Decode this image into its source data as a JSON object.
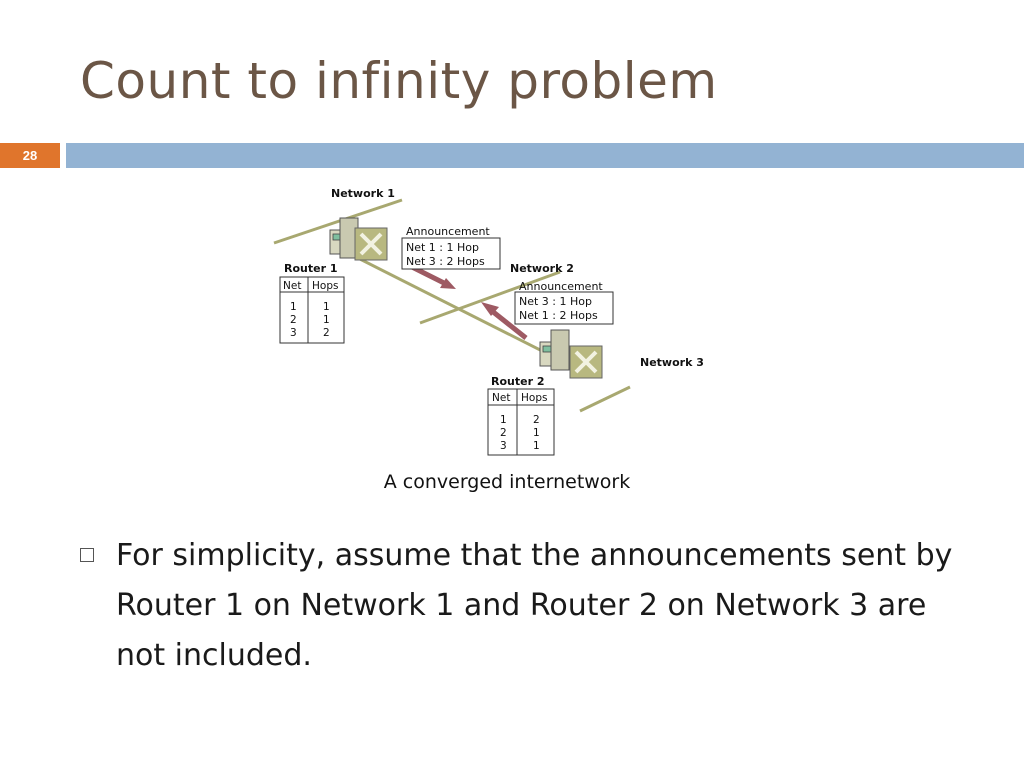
{
  "slide": {
    "title": "Count to infinity problem",
    "number": "28"
  },
  "diagram": {
    "caption": "A converged internetwork",
    "networks": [
      "Network 1",
      "Network 2",
      "Network 3"
    ],
    "announcement_1": {
      "heading": "Announcement",
      "lines": [
        "Net 1 : 1 Hop",
        "Net 3 : 2 Hops"
      ]
    },
    "announcement_2": {
      "heading": "Announcement",
      "lines": [
        "Net 3 : 1 Hop",
        "Net 1 : 2 Hops"
      ]
    },
    "router_1": {
      "label": "Router 1",
      "headers": [
        "Net",
        "Hops"
      ],
      "rows": [
        [
          "1",
          "1"
        ],
        [
          "2",
          "1"
        ],
        [
          "3",
          "2"
        ]
      ]
    },
    "router_2": {
      "label": "Router 2",
      "headers": [
        "Net",
        "Hops"
      ],
      "rows": [
        [
          "1",
          "2"
        ],
        [
          "2",
          "1"
        ],
        [
          "3",
          "1"
        ]
      ]
    },
    "colors": {
      "network_line": "#a8a870",
      "arrow": "#9e5a63",
      "router_icon": "#b8b880"
    }
  },
  "bullet": {
    "text": "For simplicity, assume that the announcements sent by Router 1 on Network 1 and Router 2 on Network 3 are not included."
  }
}
